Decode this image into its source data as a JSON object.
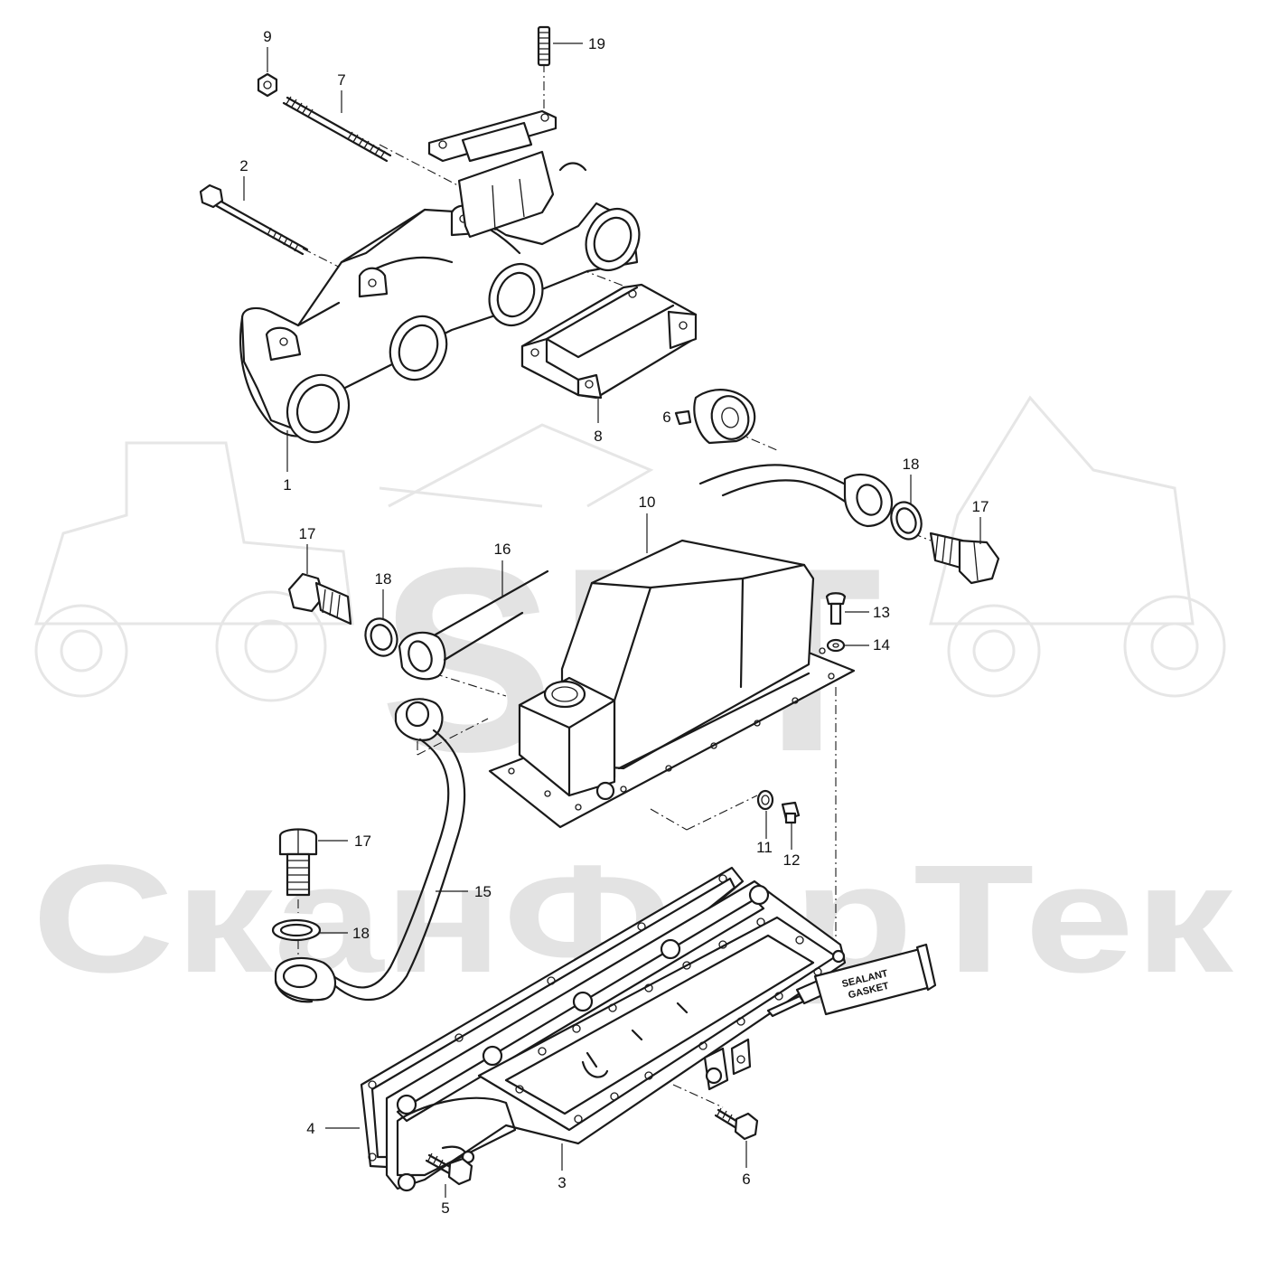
{
  "watermark": {
    "logo_text": "SFT",
    "brand_text": "СканФорТек",
    "color": "#e3e3e3"
  },
  "sealant": {
    "line1": "SEALANT",
    "line2": "GASKET"
  },
  "callouts": {
    "c1": "1",
    "c2": "2",
    "c3": "3",
    "c4": "4",
    "c5": "5",
    "c6a": "6",
    "c6b": "6",
    "c7": "7",
    "c8": "8",
    "c9": "9",
    "c10": "10",
    "c11": "11",
    "c12": "12",
    "c13": "13",
    "c14": "14",
    "c15": "15",
    "c16": "16",
    "c17a": "17",
    "c17b": "17",
    "c17c": "17",
    "c18a": "18",
    "c18b": "18",
    "c18c": "18",
    "c19": "19"
  },
  "colors": {
    "ink": "#1a1a1a",
    "watermark": "#e3e3e3"
  }
}
